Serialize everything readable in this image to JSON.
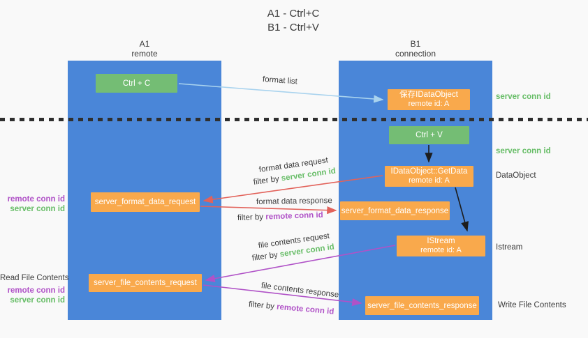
{
  "title": {
    "line1": "A1 - Ctrl+C",
    "line2": "B1 - Ctrl+V"
  },
  "columns": {
    "left": {
      "name": "A1",
      "subtitle": "remote"
    },
    "right": {
      "name": "B1",
      "subtitle": "connection"
    }
  },
  "nodes": {
    "ctrl_c": "Ctrl + C",
    "ctrl_v": "Ctrl + V",
    "save_idataobject": {
      "line1": "保存IDataObject",
      "line2": "remote id: A"
    },
    "getdata": {
      "line1": "IDataObject::GetData",
      "line2": "remote id: A"
    },
    "istream": {
      "line1": "IStream",
      "line2": "remote id: A"
    },
    "format_request": "server_format_data_request",
    "format_response": "server_format_data_response",
    "file_request": "server_file_contents_request",
    "file_response": "server_file_contents_response"
  },
  "flow_labels": {
    "format_list": "format list",
    "format_data_request": "format data request",
    "format_data_response": "format data response",
    "file_contents_request": "file contents request",
    "file_contents_response": "file contents response",
    "filter_by": "filter by ",
    "server_conn_id": "server conn id",
    "remote_conn_id": "remote conn id"
  },
  "side_labels": {
    "server_conn_id_top": "server conn id",
    "server_conn_id_mid": "server conn id",
    "dataobject": "DataObject",
    "istream": "Istream",
    "write_file_contents": "Write File Contents",
    "read_file_contents": "Read File Contents",
    "remote_conn_id": "remote conn id",
    "server_conn_id": "server conn id"
  },
  "colors": {
    "lane_blue": "#4a86d8",
    "node_green": "#74bd74",
    "node_orange": "#f9a94c",
    "arrow_light_blue": "#a9d3ee",
    "arrow_red": "#e2625a",
    "arrow_purple": "#b052c7",
    "arrow_black": "#1d1d1d",
    "text_green": "#67bd67",
    "text_purple": "#b052c7",
    "text_dark": "#3b3b3b"
  }
}
